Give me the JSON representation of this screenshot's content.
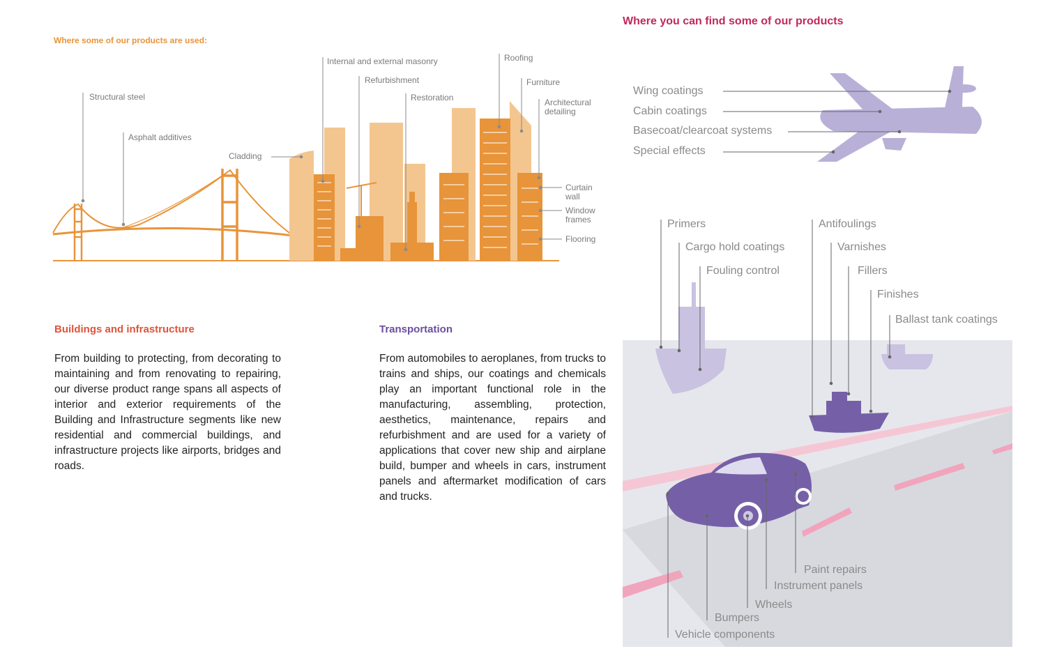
{
  "left": {
    "heading": "Where some of our products are used:",
    "labels": {
      "structural_steel": "Structural steel",
      "asphalt_additives": "Asphalt additives",
      "cladding": "Cladding",
      "internal_external_masonry": "Internal and external masonry",
      "refurbishment": "Refurbishment",
      "restoration": "Restoration",
      "roofing": "Roofing",
      "furniture": "Furniture",
      "architectural_detailing": "Architectural\ndetailing",
      "curtain_wall": "Curtain\nwall",
      "window_frames": "Window\nframes",
      "flooring": "Flooring"
    },
    "colors": {
      "heading": "#e8943a",
      "illustration": "#e8943a",
      "illustration_light": "#f3c690"
    }
  },
  "buildings": {
    "title": "Buildings and infrastructure",
    "title_color": "#e0533a",
    "body": "From building to protecting, from decorating to maintaining and from renovating to repairing, our diverse product range spans all aspects of interior and exterior requirements of the Building and Infrastructure segments like new residential and commercial buildings, and infrastructure projects like airports, bridges and roads."
  },
  "transportation": {
    "title": "Transportation",
    "title_color": "#6b4ea0",
    "body": "From automobiles to aeroplanes, from trucks to trains and ships, our coatings and chemicals play an important functional role in the manufacturing, assembling, protection, aesthetics, maintenance, repairs and refurbishment and are used for a variety of applications that cover new ship and airplane build, bumper and wheels in cars, instrument panels and aftermarket modification of cars and trucks."
  },
  "right": {
    "heading": "Where you can find some of our products",
    "heading_color": "#c0285e",
    "airplane_labels": {
      "wing": "Wing coatings",
      "cabin": "Cabin coatings",
      "basecoat": "Basecoat/clearcoat systems",
      "special": "Special effects"
    },
    "ship_labels": {
      "primers": "Primers",
      "cargo": "Cargo hold coatings",
      "fouling": "Fouling control",
      "antifoulings": "Antifoulings",
      "varnishes": "Varnishes",
      "fillers": "Fillers",
      "finishes": "Finishes",
      "ballast": "Ballast tank coatings"
    },
    "car_labels": {
      "paint_repairs": "Paint repairs",
      "instrument_panels": "Instrument panels",
      "wheels": "Wheels",
      "bumpers": "Bumpers",
      "vehicle_components": "Vehicle components"
    },
    "colors": {
      "plane": "#b9b0d8",
      "ship": "#c9c2e0",
      "car": "#7560a8",
      "road_stripe": "#f0a5bc",
      "scene_bg": "#e8e8ee"
    }
  }
}
